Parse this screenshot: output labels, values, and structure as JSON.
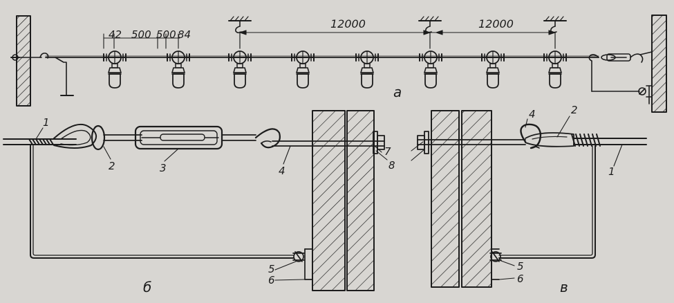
{
  "dimensions": {
    "d_42": "42",
    "d_500_left": "500",
    "d_500_right": "500",
    "d_84": "84",
    "span_1": "12000",
    "span_2": "12000"
  },
  "panels": {
    "a": "а",
    "b": "б",
    "v": "в"
  },
  "callouts_b": {
    "n1": "1",
    "n2": "2",
    "n3": "3",
    "n4": "4",
    "n5": "5",
    "n6": "6",
    "n7": "7",
    "n8": "8"
  },
  "callouts_v": {
    "n1": "1",
    "n2": "2",
    "n4": "4",
    "n5": "5",
    "n6": "6"
  },
  "colors": {
    "ink": "#1c1c1c",
    "paper": "#d8d6d2"
  }
}
